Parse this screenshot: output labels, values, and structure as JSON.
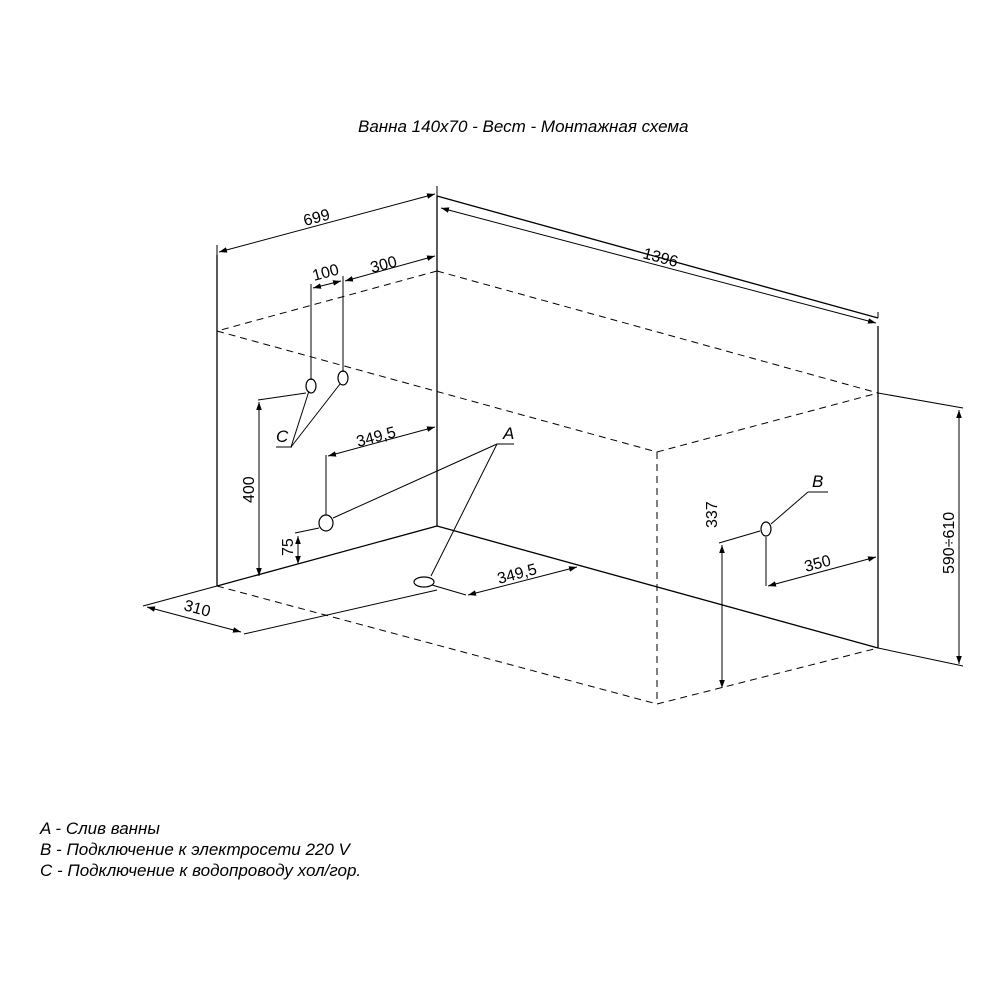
{
  "title": "Ванна 140х70 - Вест - Монтажная схема",
  "dimensions": {
    "width_top": "699",
    "length": "1396",
    "pipe_spacing": "100",
    "pipe_offset": "300",
    "drain_offset_wall": "349,5",
    "drain_offset_floor": "349,5",
    "height_400": "400",
    "height_75": "75",
    "floor_310": "310",
    "elec_height": "337",
    "elec_offset": "350",
    "total_height": "590÷610"
  },
  "markers": {
    "a": "A",
    "b": "B",
    "c": "C"
  },
  "legend": {
    "a": "A - Слив ванны",
    "b": "B - Подключение к электросети 220 V",
    "c": "C - Подключение к водопроводу хол/гор."
  }
}
